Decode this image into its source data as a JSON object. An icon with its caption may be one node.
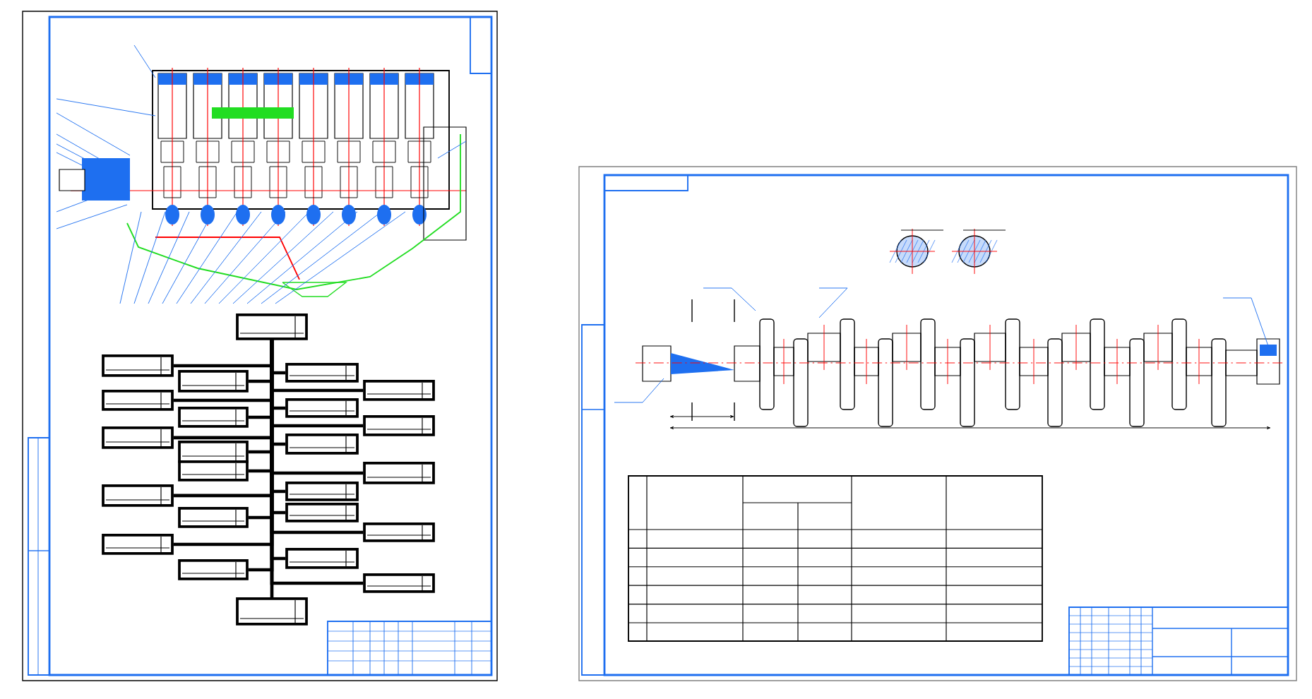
{
  "diagram": {
    "nodes": [
      {
        "text": [],
        "shape": "box"
      },
      {
        "text": [],
        "shape": "box"
      },
      {
        "text": [],
        "shape": "box"
      },
      {
        "text": [],
        "shape": "box"
      },
      {
        "text": [],
        "shape": "box"
      },
      {
        "text": [],
        "shape": "box"
      },
      {
        "text": [],
        "shape": "box"
      },
      {
        "text": [],
        "shape": "box"
      },
      {
        "text": [],
        "shape": "box"
      },
      {
        "text": [],
        "shape": "box"
      },
      {
        "text": [],
        "shape": "box"
      },
      {
        "text": [],
        "shape": "box"
      },
      {
        "text": [],
        "shape": "box"
      },
      {
        "text": [],
        "shape": "box"
      },
      {
        "text": [],
        "shape": "box"
      },
      {
        "text": [],
        "shape": "box"
      },
      {
        "text": [],
        "shape": "box"
      },
      {
        "text": [],
        "shape": "box"
      },
      {
        "text": [],
        "shape": "box"
      },
      {
        "text": [],
        "shape": "box"
      },
      {
        "text": [],
        "shape": "box"
      },
      {
        "text": [],
        "shape": "box"
      },
      {
        "text": [],
        "shape": "box"
      },
      {
        "text": [],
        "shape": "box"
      }
    ],
    "edges": [
      {
        "from": 0,
        "to": 1,
        "arrow": "none"
      },
      {
        "from": 0,
        "to": 2,
        "arrow": "none"
      },
      {
        "from": 0,
        "to": 3,
        "arrow": "none"
      },
      {
        "from": 0,
        "to": 4,
        "arrow": "none"
      },
      {
        "from": 0,
        "to": 5,
        "arrow": "none"
      },
      {
        "from": 0,
        "to": 6,
        "arrow": "none"
      },
      {
        "from": 0,
        "to": 7,
        "arrow": "none"
      },
      {
        "from": 0,
        "to": 8,
        "arrow": "none"
      },
      {
        "from": 0,
        "to": 9,
        "arrow": "none"
      },
      {
        "from": 0,
        "to": 10,
        "arrow": "none"
      },
      {
        "from": 0,
        "to": 11,
        "arrow": "none"
      },
      {
        "from": 0,
        "to": 12,
        "arrow": "none"
      },
      {
        "from": 0,
        "to": 13,
        "arrow": "none"
      },
      {
        "from": 0,
        "to": 14,
        "arrow": "none"
      },
      {
        "from": 0,
        "to": 15,
        "arrow": "none"
      },
      {
        "from": 0,
        "to": 16,
        "arrow": "none"
      },
      {
        "from": 0,
        "to": 17,
        "arrow": "none"
      },
      {
        "from": 0,
        "to": 18,
        "arrow": "none"
      },
      {
        "from": 0,
        "to": 19,
        "arrow": "none"
      },
      {
        "from": 0,
        "to": 20,
        "arrow": "none"
      },
      {
        "from": 0,
        "to": 21,
        "arrow": "none"
      },
      {
        "from": 0,
        "to": 22,
        "arrow": "none"
      },
      {
        "from": 0,
        "to": 23,
        "arrow": "none"
      }
    ]
  }
}
